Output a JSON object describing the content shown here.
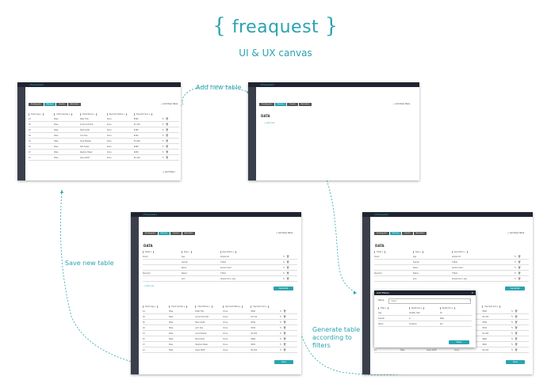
{
  "brand": {
    "open_brace": "{",
    "name": "freaquest",
    "close_brace": "}",
    "subtitle": "UI & UX canvas"
  },
  "colors": {
    "accent": "#2aa3b0",
    "nav_dark": "#1f2430",
    "side_nav": "#3a3f4b"
  },
  "annotations": {
    "add_new_table": "Add new table",
    "save_new_table": "Save new table",
    "generate_table": [
      "Generate table",
      "according to",
      "filters"
    ]
  },
  "app": {
    "logo": "{freaquest}",
    "tabs": [
      "Pending jobs",
      "Monitors",
      "Results",
      "Add tables"
    ],
    "add_table_link": "+ Add New Table",
    "data_heading": "DATA",
    "add_row": "+ Add row",
    "build_label": "Generate",
    "save_label": "Save",
    "add_filters_link": "+ Add filters"
  },
  "screen1": {
    "columns": [
      "Client Age",
      "Client Gender",
      "Client Name",
      "Payment Status",
      "Payment Sum"
    ],
    "rows": [
      [
        "24",
        "Male",
        "Peter Fritz",
        "Done",
        "€560"
      ],
      [
        "36",
        "Male",
        "Arnold Schmidt",
        "Done",
        "€1,700"
      ],
      [
        "45",
        "Male",
        "Mark Smith",
        "Done",
        "€780"
      ],
      [
        "29",
        "Male",
        "John Doe",
        "Done",
        "€340"
      ],
      [
        "33",
        "Male",
        "Anna Mueller",
        "Done",
        "€1,200"
      ],
      [
        "52",
        "Male",
        "Max Huber",
        "Done",
        "€980"
      ],
      [
        "27",
        "Male",
        "Stephan Maier",
        "Done",
        "€450"
      ],
      [
        "41",
        "Male",
        "Klaus Wolff",
        "Done",
        "€2,100"
      ]
    ]
  },
  "screen3": {
    "config_columns": [
      "Fields",
      "Type",
      "Description"
    ],
    "config_rows": [
      [
        "Client",
        "Age",
        "Simple list"
      ],
      [
        "",
        "Gender",
        "If filled"
      ],
      [
        "",
        "Name",
        "Random text"
      ],
      [
        "Payment",
        "Status",
        "If filled"
      ],
      [
        "",
        "Sum",
        "Simple Sum / Avg"
      ]
    ],
    "columns": [
      "Client Age",
      "Client Gender",
      "Client Name",
      "Payment Status",
      "Payment Sum"
    ],
    "rows": [
      [
        "24",
        "Male",
        "Peter Fritz",
        "Done",
        "€560"
      ],
      [
        "36",
        "Male",
        "Arnold Schmidt",
        "Done",
        "€1,700"
      ],
      [
        "45",
        "Male",
        "Mark Smith",
        "Done",
        "€780"
      ],
      [
        "29",
        "Male",
        "John Doe",
        "Done",
        "€340"
      ],
      [
        "33",
        "Male",
        "Anna Mueller",
        "Done",
        "€1,200"
      ],
      [
        "52",
        "Male",
        "Max Huber",
        "Done",
        "€980"
      ],
      [
        "27",
        "Male",
        "Stephan Maier",
        "Done",
        "€450"
      ],
      [
        "41",
        "Male",
        "Klaus Wolff",
        "Done",
        "€2,100"
      ]
    ]
  },
  "dialog": {
    "title": "Add Filters",
    "name_label": "Name",
    "name_value": "Client",
    "columns": [
      "Filter",
      "Restriction",
      "Restriction"
    ],
    "rows": [
      [
        "Age",
        "Greater than",
        "30"
      ],
      [
        "Gender",
        "is",
        "Male"
      ],
      [
        "Name",
        "Contains",
        "abc"
      ]
    ],
    "apply_label": "Apply"
  }
}
